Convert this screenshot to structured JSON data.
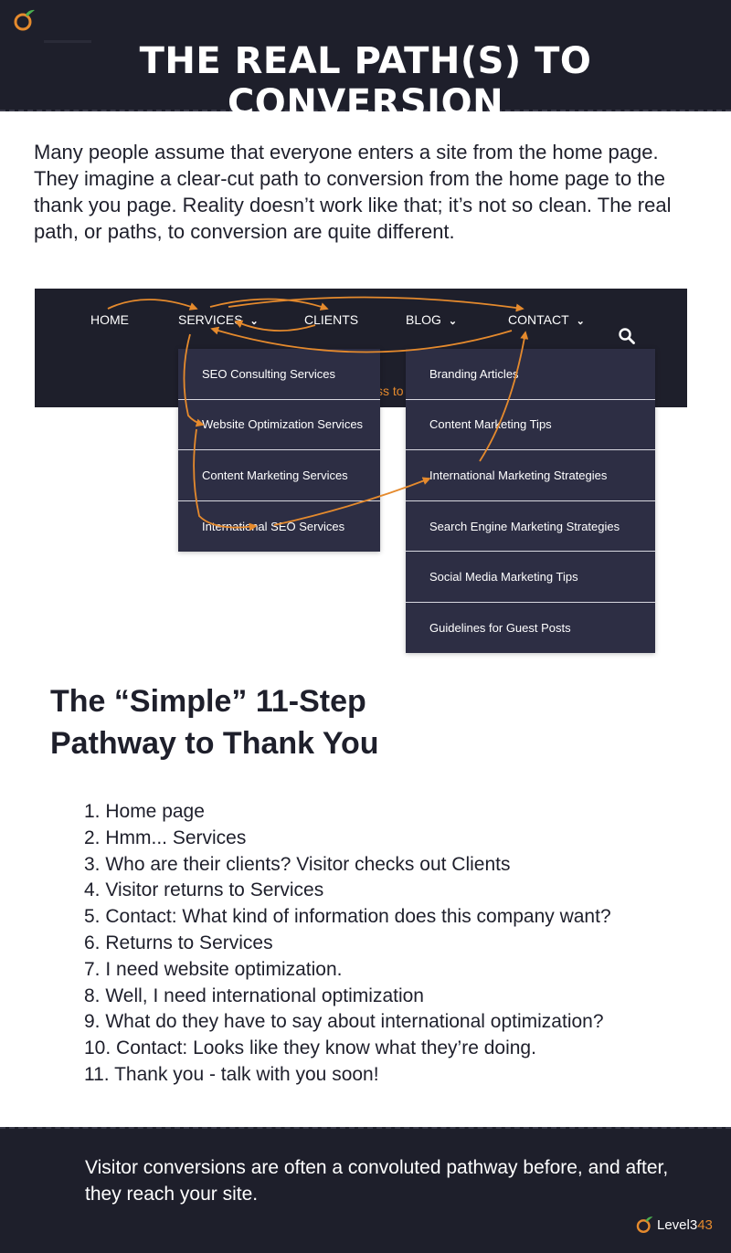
{
  "header": {
    "title": "THE REAL PATH(S) TO CONVERSION"
  },
  "intro": "Many people assume that everyone enters a site from the home page. They imagine a clear-cut path to conversion from the home page to the thank you page. Reality doesn’t work like that; it’s not so clean. The real path, or paths, to conversion are quite different.",
  "nav": {
    "items": [
      "HOME",
      "SERVICES",
      "CLIENTS",
      "BLOG",
      "CONTACT"
    ],
    "partial_text": "ss to"
  },
  "dropdowns": {
    "services": [
      "SEO Consulting Services",
      "Website Optimization Services",
      "Content Marketing Services",
      "International SEO Services"
    ],
    "blog": [
      "Branding Articles",
      "Content Marketing Tips",
      "International Marketing Strategies",
      "Search Engine Marketing Strategies",
      "Social Media Marketing Tips",
      "Guidelines for Guest Posts"
    ]
  },
  "heading": {
    "line1": "The “Simple” 11-Step",
    "line2": "Pathway to Thank You"
  },
  "steps": [
    "1. Home page",
    "2. Hmm... Services",
    "3. Who are their clients? Visitor checks out Clients",
    "4. Visitor returns to Services",
    "5. Contact: What kind of information does this company want?",
    "6. Returns to Services",
    "7. I need website optimization.",
    "8. Well, I need international optimization",
    "9. What do they have to say about international optimization?",
    "10. Contact: Looks like they know what they’re doing.",
    "11. Thank you - talk with you soon!"
  ],
  "footer": {
    "text": "Visitor conversions are often a convoluted pathway before, and after, they reach your site.",
    "brand_main": "Level3",
    "brand_accent": "43"
  },
  "colors": {
    "dark": "#1e1f2b",
    "dropdown": "#2d2e44",
    "accent": "#e58a2d",
    "logo_green": "#4caf50"
  },
  "icons": [
    "level343-logo-icon",
    "chevron-down-icon",
    "search-icon",
    "path-arrow-icon"
  ]
}
